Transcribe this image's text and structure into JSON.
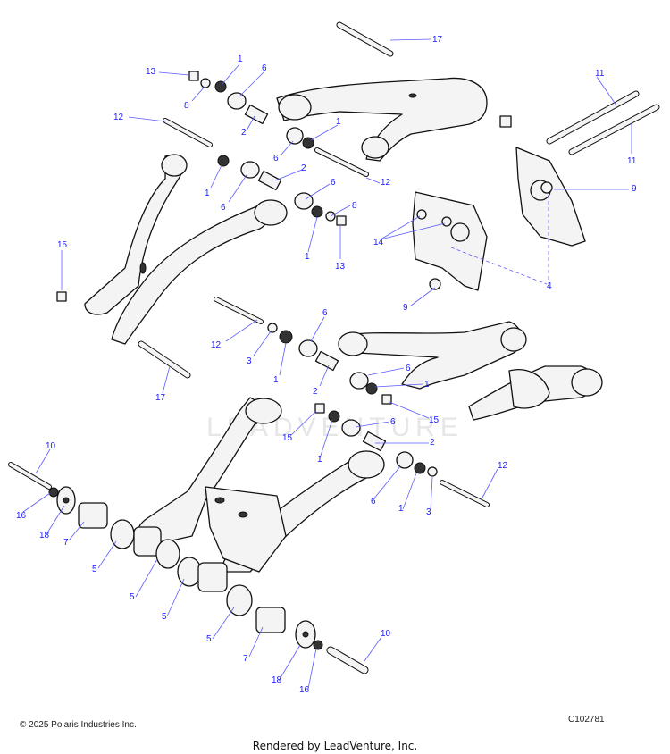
{
  "diagram": {
    "title": "",
    "watermark": "LEADVENTURE",
    "callouts": [
      "1",
      "2",
      "3",
      "4",
      "5",
      "6",
      "7",
      "8",
      "9",
      "10",
      "11",
      "12",
      "13",
      "14",
      "15",
      "16",
      "17",
      "18"
    ]
  },
  "footer": {
    "copyright": "© 2025 Polaris Industries Inc.",
    "code": "C102781",
    "rendered": "Rendered by LeadVenture, Inc."
  },
  "colors": {
    "callout": "#1a1aff",
    "line": "#111111",
    "fill": "#f4f4f4"
  }
}
